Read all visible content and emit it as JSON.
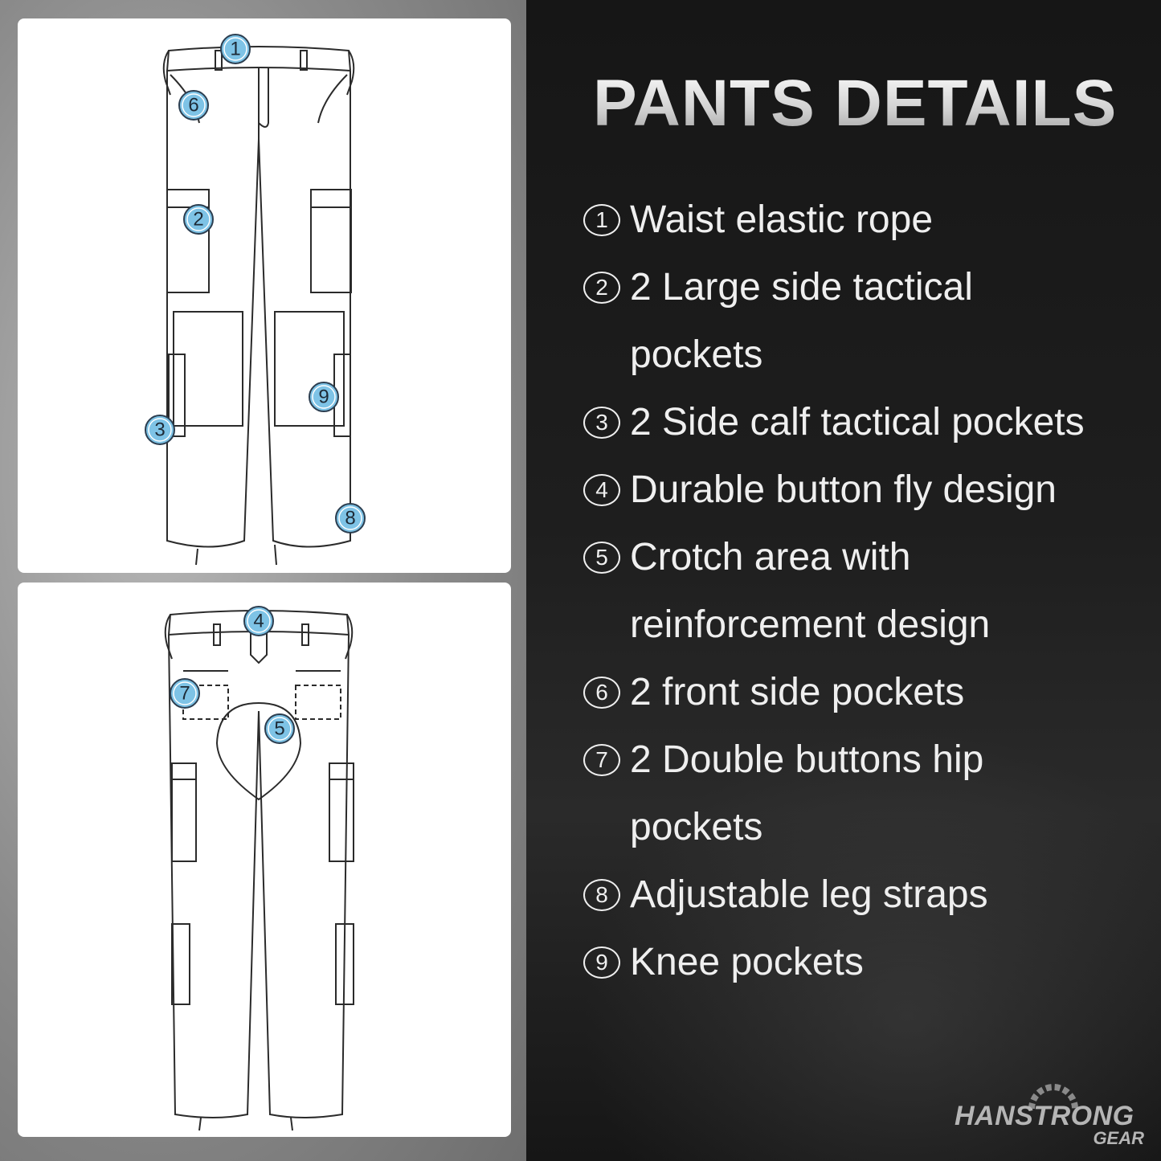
{
  "title": "PANTS DETAILS",
  "features": [
    {
      "num": "1",
      "lines": [
        "Waist elastic rope"
      ]
    },
    {
      "num": "2",
      "lines": [
        "2 Large side tactical",
        "pockets"
      ]
    },
    {
      "num": "3",
      "lines": [
        "2 Side calf tactical pockets"
      ]
    },
    {
      "num": "4",
      "lines": [
        "Durable button fly design"
      ]
    },
    {
      "num": "5",
      "lines": [
        "Crotch area with",
        "reinforcement design"
      ]
    },
    {
      "num": "6",
      "lines": [
        "2 front side pockets"
      ]
    },
    {
      "num": "7",
      "lines": [
        "2 Double buttons hip",
        "pockets"
      ]
    },
    {
      "num": "8",
      "lines": [
        "Adjustable leg straps"
      ]
    },
    {
      "num": "9",
      "lines": [
        "Knee pockets"
      ]
    }
  ],
  "front_callouts": [
    "1",
    "6",
    "2",
    "3",
    "9",
    "8"
  ],
  "back_callouts": [
    "4",
    "7",
    "5"
  ],
  "logo": {
    "brand": "HANSTRONG",
    "sub": "GEAR"
  },
  "colors": {
    "callout": "#7ec3e6",
    "panel": "#1a1a1a",
    "text": "#efefef"
  }
}
